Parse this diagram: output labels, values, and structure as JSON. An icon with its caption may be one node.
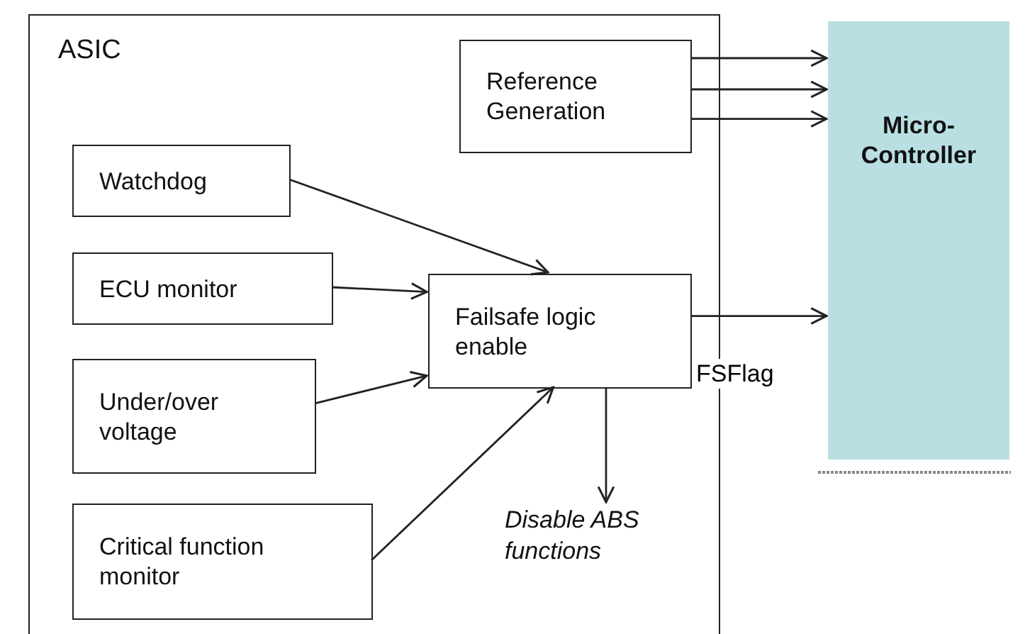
{
  "diagram": {
    "nodes": [
      {
        "text": [
          "ASIC"
        ]
      },
      {
        "text": [
          "Reference Generation"
        ],
        "in": 0
      },
      {
        "text": [
          "Watchdog"
        ],
        "in": 0
      },
      {
        "text": [
          "ECU monitor"
        ],
        "in": 0
      },
      {
        "text": [
          "Failsafe logic enable"
        ],
        "in": 0
      },
      {
        "text": [
          "Under/over voltage"
        ],
        "in": 0
      },
      {
        "text": [
          "Critical function monitor"
        ],
        "in": 0
      },
      {
        "text": [
          "Disable ABS functions"
        ],
        "in": 0
      },
      {
        "text": [
          "Micro- Controller"
        ]
      }
    ],
    "edges": [
      {
        "from": 1,
        "to": 8,
        "arrow": "to"
      },
      {
        "from": 1,
        "to": 8,
        "arrow": "to"
      },
      {
        "from": 1,
        "to": 8,
        "arrow": "to"
      },
      {
        "from": 2,
        "to": 4,
        "arrow": "to"
      },
      {
        "from": 3,
        "to": 4,
        "arrow": "to"
      },
      {
        "from": 5,
        "to": 4,
        "arrow": "to"
      },
      {
        "from": 6,
        "to": 4,
        "arrow": "to"
      },
      {
        "from": 4,
        "to": 8,
        "label": "FSFlag",
        "arrow": "to"
      },
      {
        "from": 4,
        "to": 7,
        "arrow": "to"
      }
    ]
  }
}
